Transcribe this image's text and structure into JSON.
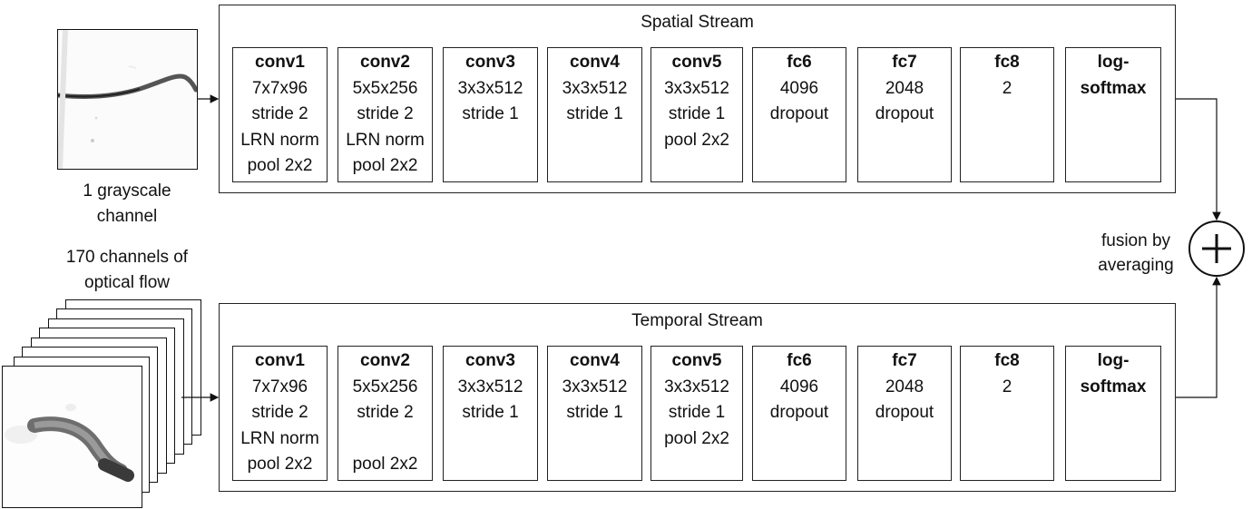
{
  "spatial": {
    "title": "Spatial Stream",
    "input_caption": "1 grayscale\nchannel",
    "layers": [
      {
        "name": "conv1",
        "lines": [
          "7x7x96",
          "stride 2",
          "LRN norm",
          "pool 2x2"
        ]
      },
      {
        "name": "conv2",
        "lines": [
          "5x5x256",
          "stride 2",
          "LRN norm",
          "pool 2x2"
        ]
      },
      {
        "name": "conv3",
        "lines": [
          "3x3x512",
          "stride 1"
        ]
      },
      {
        "name": "conv4",
        "lines": [
          "3x3x512",
          "stride 1"
        ]
      },
      {
        "name": "conv5",
        "lines": [
          "3x3x512",
          "stride 1",
          "pool 2x2"
        ]
      },
      {
        "name": "fc6",
        "lines": [
          "4096",
          "dropout"
        ]
      },
      {
        "name": "fc7",
        "lines": [
          "2048",
          "dropout"
        ]
      },
      {
        "name": "fc8",
        "lines": [
          "2"
        ]
      },
      {
        "name": "log-\nsoftmax",
        "lines": []
      }
    ]
  },
  "temporal": {
    "title": "Temporal Stream",
    "input_caption": "170 channels of\noptical flow",
    "layers": [
      {
        "name": "conv1",
        "lines": [
          "7x7x96",
          "stride 2",
          "LRN norm",
          "pool 2x2"
        ]
      },
      {
        "name": "conv2",
        "lines": [
          "5x5x256",
          "stride 2",
          "",
          "pool 2x2"
        ]
      },
      {
        "name": "conv3",
        "lines": [
          "3x3x512",
          "stride 1"
        ]
      },
      {
        "name": "conv4",
        "lines": [
          "3x3x512",
          "stride 1"
        ]
      },
      {
        "name": "conv5",
        "lines": [
          "3x3x512",
          "stride 1",
          "pool 2x2"
        ]
      },
      {
        "name": "fc6",
        "lines": [
          "4096",
          "dropout"
        ]
      },
      {
        "name": "fc7",
        "lines": [
          "2048",
          "dropout"
        ]
      },
      {
        "name": "fc8",
        "lines": [
          "2"
        ]
      },
      {
        "name": "log-\nsoftmax",
        "lines": []
      }
    ]
  },
  "fusion": {
    "label": "fusion by\naveraging",
    "symbol": "+"
  }
}
